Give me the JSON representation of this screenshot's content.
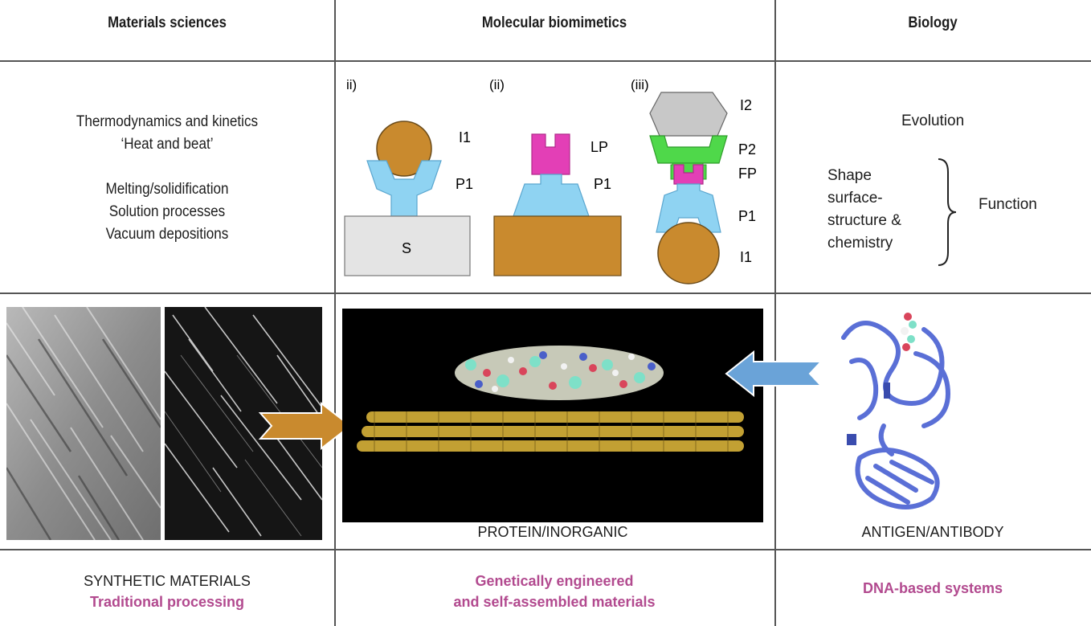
{
  "headers": {
    "left": "Materials sciences",
    "middle": "Molecular biomimetics",
    "right": "Biology"
  },
  "materials": {
    "line1": "Thermodynamics and kinetics",
    "line2": "‘Heat and beat’",
    "line3": "Melting/solidification",
    "line4": "Solution processes",
    "line5": "Vacuum depositions"
  },
  "diagram": {
    "panel_i": "ii)",
    "panel_ii": "(ii)",
    "panel_iii": "(iii)",
    "i_labels": {
      "I1": "I1",
      "P1": "P1",
      "S": "S"
    },
    "ii_labels": {
      "LP": "LP",
      "P1": "P1"
    },
    "iii_labels": {
      "I2": "I2",
      "P2": "P2",
      "FP": "FP",
      "P1": "P1",
      "I1": "I1"
    },
    "colors": {
      "gold": "#c98a2e",
      "light_blue": "#8fd3f2",
      "magenta": "#e33fb6",
      "green": "#4fd84a",
      "grey": "#c8c8c8",
      "substrate": "#e4e4e4"
    }
  },
  "biology": {
    "evolution": "Evolution",
    "shape1": "Shape",
    "shape2": "surface-",
    "shape3": "structure &",
    "shape4": "chemistry",
    "function": "Function"
  },
  "images": {
    "protein_caption": "PROTEIN/INORGANIC",
    "antibody_caption": "ANTIGEN/ANTIBODY"
  },
  "footer": {
    "left_line1": "SYNTHETIC MATERIALS",
    "left_line2": "Traditional processing",
    "middle_line1": "Genetically engineered",
    "middle_line2": "and self-assembled materials",
    "right_line1": "DNA-based systems"
  }
}
